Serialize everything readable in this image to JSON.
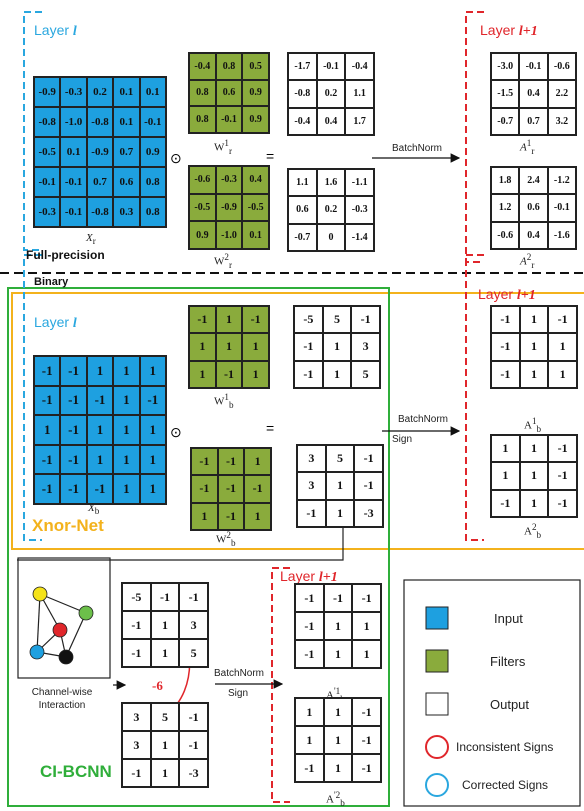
{
  "colors": {
    "input": "#1ea0e0",
    "filters": "#8aab3c",
    "output": "#ffffff",
    "layer_l": "#2aa7df",
    "layer_l1": "#e0262b",
    "xnor": "#f3b21c",
    "cibcnn": "#2fae3a",
    "inconsistent": "#e0262b",
    "corrected": "#2aa7df"
  },
  "fp": {
    "layer_l": "Layer",
    "layer_l_var": "l",
    "layer_l1": "Layer",
    "layer_l1_var": "l+1",
    "title": "Full-precision",
    "Xr": [
      [
        "-0.9",
        "-0.3",
        "0.2",
        "0.1",
        "0.1"
      ],
      [
        "-0.8",
        "-1.0",
        "-0.8",
        "0.1",
        "-0.1"
      ],
      [
        "-0.5",
        "0.1",
        "-0.9",
        "0.7",
        "0.9"
      ],
      [
        "-0.1",
        "-0.1",
        "0.7",
        "0.6",
        "0.8"
      ],
      [
        "-0.3",
        "-0.1",
        "-0.8",
        "0.3",
        "0.8"
      ]
    ],
    "Xr_label": "X",
    "Xr_sub": "r",
    "W1": [
      [
        "-0.4",
        "0.8",
        "0.5"
      ],
      [
        "0.8",
        "0.6",
        "0.9"
      ],
      [
        "0.8",
        "-0.1",
        "0.9"
      ]
    ],
    "W1_label": "W",
    "W1_sub": "r",
    "W1_sup": "1",
    "W2": [
      [
        "-0.6",
        "-0.3",
        "0.4"
      ],
      [
        "-0.5",
        "-0.9",
        "-0.5"
      ],
      [
        "0.9",
        "-1.0",
        "0.1"
      ]
    ],
    "W2_label": "W",
    "W2_sub": "r",
    "W2_sup": "2",
    "O1": [
      [
        "-1.7",
        "-0.1",
        "-0.4"
      ],
      [
        "-0.8",
        "0.2",
        "1.1"
      ],
      [
        "-0.4",
        "0.4",
        "1.7"
      ]
    ],
    "O2": [
      [
        "1.1",
        "1.6",
        "-1.1"
      ],
      [
        "0.6",
        "0.2",
        "-0.3"
      ],
      [
        "-0.7",
        "0",
        "-1.4"
      ]
    ],
    "A1": [
      [
        "-3.0",
        "-0.1",
        "-0.6"
      ],
      [
        "-1.5",
        "0.4",
        "2.2"
      ],
      [
        "-0.7",
        "0.7",
        "3.2"
      ]
    ],
    "A1_label": "A",
    "A1_sub": "r",
    "A1_sup": "1",
    "A2": [
      [
        "1.8",
        "2.4",
        "-1.2"
      ],
      [
        "1.2",
        "0.6",
        "-0.1"
      ],
      [
        "-0.6",
        "0.4",
        "-1.6"
      ]
    ],
    "A2_label": "A",
    "A2_sub": "r",
    "A2_sup": "2",
    "conv_sym": "⊙",
    "eq_sym": "=",
    "batchnorm": "BatchNorm"
  },
  "bin": {
    "title": "Binary",
    "layer_l": "Layer",
    "layer_l_var": "l",
    "layer_l1": "Layer",
    "layer_l1_var": "l+1",
    "Xb": [
      [
        "-1",
        "-1",
        "1",
        "1",
        "1"
      ],
      [
        "-1",
        "-1",
        "-1",
        "1",
        "-1"
      ],
      [
        "1",
        "-1",
        "1",
        "1",
        "1"
      ],
      [
        "-1",
        "-1",
        "1",
        "1",
        "1"
      ],
      [
        "-1",
        "-1",
        "-1",
        "1",
        "1"
      ]
    ],
    "Xb_label": "X",
    "Xb_sub": "b",
    "W1": [
      [
        "-1",
        "1",
        "-1"
      ],
      [
        "1",
        "1",
        "1"
      ],
      [
        "1",
        "-1",
        "1"
      ]
    ],
    "W1_label": "W",
    "W1_sub": "b",
    "W1_sup": "1",
    "W2": [
      [
        "-1",
        "-1",
        "1"
      ],
      [
        "-1",
        "-1",
        "-1"
      ],
      [
        "1",
        "-1",
        "1"
      ]
    ],
    "W2_label": "W",
    "W2_sub": "b",
    "W2_sup": "2",
    "O1": [
      [
        "-5",
        "5",
        "-1"
      ],
      [
        "-1",
        "1",
        "3"
      ],
      [
        "-1",
        "1",
        "5"
      ]
    ],
    "O2": [
      [
        "3",
        "5",
        "-1"
      ],
      [
        "3",
        "1",
        "-1"
      ],
      [
        "-1",
        "1",
        "-3"
      ]
    ],
    "A1": [
      [
        "-1",
        "1",
        "-1"
      ],
      [
        "-1",
        "1",
        "1"
      ],
      [
        "-1",
        "1",
        "1"
      ]
    ],
    "A1_label": "A",
    "A1_sub": "b",
    "A1_sup": "1",
    "A2": [
      [
        "1",
        "1",
        "-1"
      ],
      [
        "1",
        "1",
        "-1"
      ],
      [
        "-1",
        "1",
        "-1"
      ]
    ],
    "A2_label": "A",
    "A2_sub": "b",
    "A2_sup": "2",
    "batchnorm": "BatchNorm",
    "sign": "Sign",
    "xnor_title": "Xnor-Net",
    "conv_sym": "⊙",
    "eq_sym": "="
  },
  "ci": {
    "layer_l1": "Layer",
    "layer_l1_var": "l+1",
    "interaction_label_1": "Channel-wise",
    "interaction_label_2": "Interaction",
    "C1": [
      [
        "-5",
        "-1",
        "-1"
      ],
      [
        "-1",
        "1",
        "3"
      ],
      [
        "-1",
        "1",
        "5"
      ]
    ],
    "C2": [
      [
        "3",
        "5",
        "-1"
      ],
      [
        "3",
        "1",
        "-1"
      ],
      [
        "-1",
        "1",
        "-3"
      ]
    ],
    "delta": "-6",
    "A1": [
      [
        "-1",
        "-1",
        "-1"
      ],
      [
        "-1",
        "1",
        "1"
      ],
      [
        "-1",
        "1",
        "1"
      ]
    ],
    "A1_label": "A",
    "A1_sub": "b",
    "A1_sup": "'1",
    "A2": [
      [
        "1",
        "1",
        "-1"
      ],
      [
        "1",
        "1",
        "-1"
      ],
      [
        "-1",
        "1",
        "-1"
      ]
    ],
    "A2_label": "A",
    "A2_sub": "b",
    "A2_sup": "'2",
    "batchnorm": "BatchNorm",
    "sign": "Sign",
    "title": "CI-BCNN"
  },
  "legend": {
    "input": "Input",
    "filters": "Filters",
    "output": "Output",
    "inconsistent": "Inconsistent Signs",
    "corrected": "Corrected Signs"
  }
}
